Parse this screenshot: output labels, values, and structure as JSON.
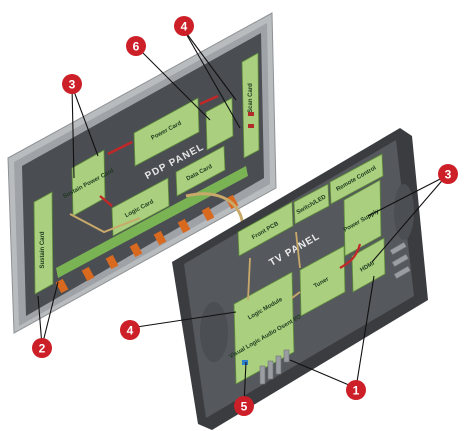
{
  "pdp_panel": {
    "title": "PDP PANEL",
    "boards": {
      "scan_card": "Scan Card",
      "power_card": "Power Card",
      "sustain_power_card": "Sustain Power Card",
      "sustain_card": "Sustain Card",
      "logic_card": "Logic Card",
      "data_card": "Data Card"
    }
  },
  "tv_panel": {
    "title": "TV PANEL",
    "boards": {
      "front_pcb": "Front PCB",
      "switch_led": "Switch/LED",
      "remote_control": "Remote Control",
      "power_supply": "Power Supply",
      "logic_module": "Logic Module",
      "visual_logic_audio": "Visual Logic Audio Osent I/O",
      "tuner": "Tuner",
      "hdmi": "HDMI"
    }
  },
  "callouts": {
    "c1": "1",
    "c2": "2",
    "c3_left": "3",
    "c3_right": "3",
    "c4_top": "4",
    "c4_bottom": "4",
    "c5": "5",
    "c6": "6"
  },
  "colors": {
    "callout_red": "#cc1f28",
    "board_green": "#a9cf7f",
    "panel_dark": "#4a4d52",
    "frame_grey": "#b9bcbf",
    "cable_orange": "#d9691e"
  }
}
